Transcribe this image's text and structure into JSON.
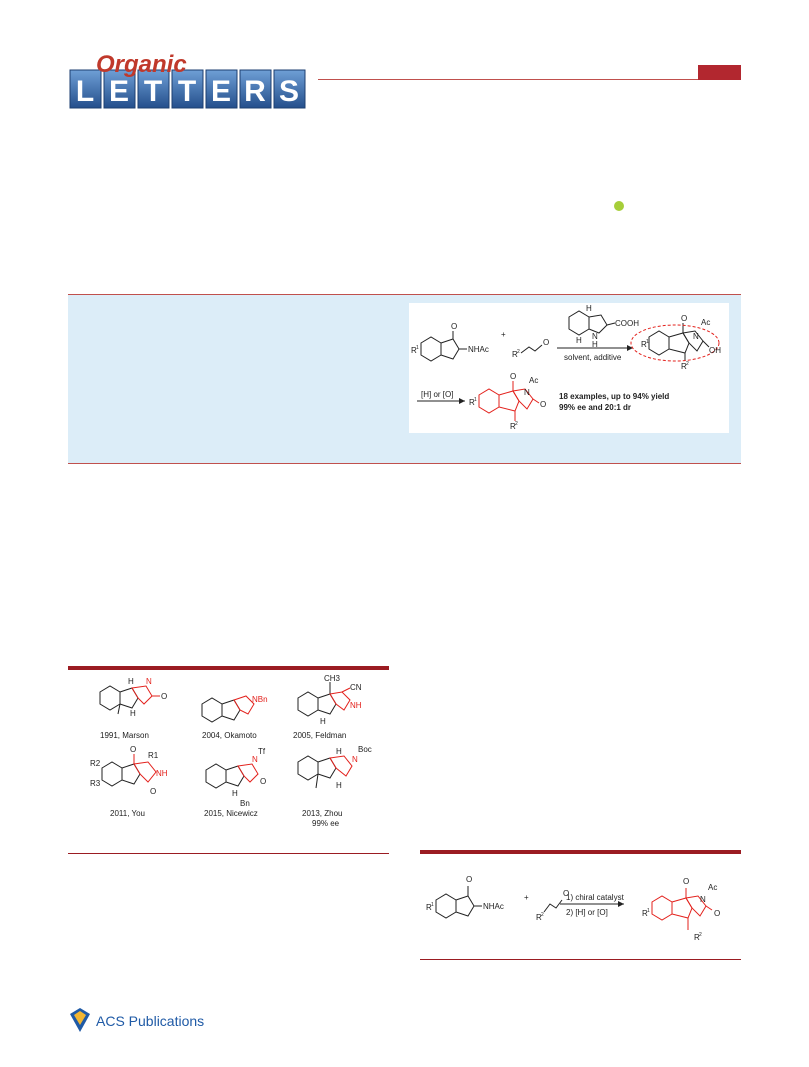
{
  "journal": {
    "script_word": "Organic",
    "block_word": "LETTERS",
    "letters": [
      "L",
      "E",
      "T",
      "T",
      "E",
      "R",
      "S"
    ]
  },
  "toc_graphic": {
    "sm1_ketone": "O",
    "sm1_nhac": "NHAc",
    "sm1_r": "R",
    "sm1_r_sup": "1",
    "plus": "+",
    "sm2_r": "R",
    "sm2_r_sup": "2",
    "sm2_o": "O",
    "cat_h_top": "H",
    "cat_h_bottom": "H",
    "cat_nh_n": "N",
    "cat_nh_h": "H",
    "cat_cooh": "COOH",
    "conditions": "solvent, additive",
    "int_o": "O",
    "int_ac": "Ac",
    "int_n": "N",
    "int_oh": "OH",
    "int_r1": "R",
    "int_r1_sup": "1",
    "int_r2": "R",
    "int_r2_sup": "2",
    "step2_conditions": "[H] or [O]",
    "prod_o": "O",
    "prod_ac": "Ac",
    "prod_n": "N",
    "prod_o2": "O",
    "prod_r1": "R",
    "prod_r1_sup": "1",
    "prod_r2": "R",
    "prod_r2_sup": "2",
    "result_line1": "18 examples, up to 94% yield",
    "result_line2": "99% ee and 20:1 dr"
  },
  "figure1": {
    "entries": [
      {
        "caption": "1991, Marson",
        "atoms": [
          "H",
          "N",
          "O",
          "H"
        ]
      },
      {
        "caption": "2004, Okamoto",
        "atoms": [
          "NBn"
        ]
      },
      {
        "caption": "2005, Feldman",
        "atoms": [
          "CH3",
          "CN",
          "NH",
          "H"
        ]
      },
      {
        "caption": "2011, You",
        "atoms": [
          "R2",
          "R3",
          "O",
          "R1",
          "NH",
          "O"
        ]
      },
      {
        "caption": "2015, Nicewicz",
        "atoms": [
          "N",
          "Tf",
          "O",
          "H",
          "Bn"
        ]
      },
      {
        "caption": "2013, Zhou",
        "caption2": "99% ee",
        "atoms": [
          "H",
          "N",
          "Boc",
          "H"
        ]
      }
    ]
  },
  "scheme1": {
    "ketone_o": "O",
    "nhac": "NHAc",
    "r1": "R",
    "r1_sup": "1",
    "plus": "+",
    "ald_o": "O",
    "r2": "R",
    "r2_sup": "2",
    "step1": "1) chiral catalyst",
    "step2": "2) [H] or [O]",
    "prod_o": "O",
    "prod_ac": "Ac",
    "prod_n": "N",
    "prod_o2": "O",
    "prod_r1": "R",
    "prod_r1_sup": "1",
    "prod_r2": "R",
    "prod_r2_sup": "2"
  },
  "footer": {
    "publisher": "ACS Publications"
  },
  "colors": {
    "accent_red": "#b2272f",
    "rule_red": "#9b1c22",
    "abstract_bg": "#dcedf8",
    "letters_blue": "#3f6fa8",
    "script_red": "#c0392b",
    "product_red": "#e3201b",
    "orcid_green": "#a6ce39"
  }
}
